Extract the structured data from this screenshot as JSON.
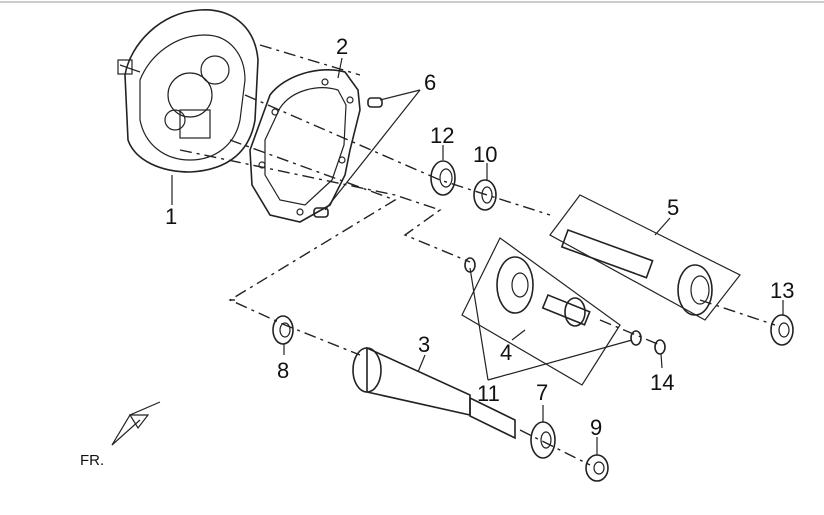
{
  "diagram": {
    "direction_label": "FR.",
    "callouts": {
      "c1": "1",
      "c2": "2",
      "c3": "3",
      "c4": "4",
      "c5": "5",
      "c6": "6",
      "c7": "7",
      "c8": "8",
      "c9": "9",
      "c10": "10",
      "c11": "11",
      "c12": "12",
      "c13": "13",
      "c14": "14"
    },
    "colors": {
      "line": "#222222",
      "background": "#ffffff"
    }
  }
}
